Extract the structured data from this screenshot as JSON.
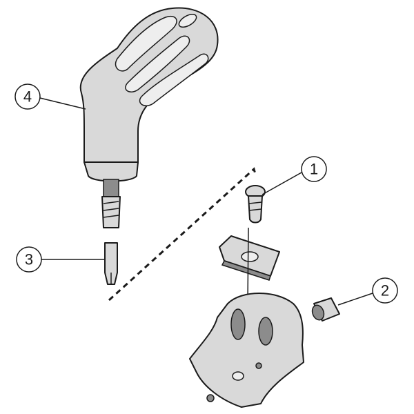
{
  "diagram": {
    "callouts": [
      {
        "number": "1",
        "part": "insert-screw"
      },
      {
        "number": "2",
        "part": "sleeve"
      },
      {
        "number": "3",
        "part": "torx-bit"
      },
      {
        "number": "4",
        "part": "driver-handle"
      }
    ]
  }
}
